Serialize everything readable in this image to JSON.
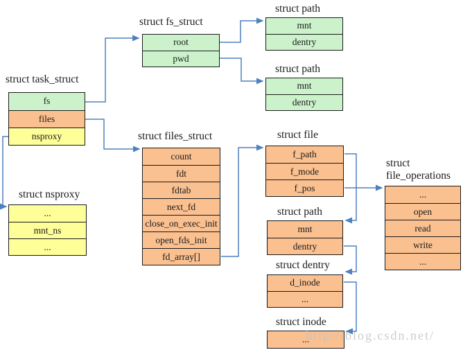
{
  "watermark": {
    "text": "http://blog.csdn.net/"
  },
  "colors": {
    "field_green": "#ccf2cc",
    "field_orange": "#fac090",
    "field_yellow": "#ffff99",
    "arrow_blue": "#4f81bd",
    "border": "#1a1a1a"
  },
  "structs": {
    "task_struct": {
      "title": "struct task_struct",
      "fields": [
        "fs",
        "files",
        "nsproxy"
      ]
    },
    "fs_struct": {
      "title": "struct fs_struct",
      "fields": [
        "root",
        "pwd"
      ]
    },
    "path_root": {
      "title": "struct path",
      "fields": [
        "mnt",
        "dentry"
      ]
    },
    "path_pwd": {
      "title": "struct path",
      "fields": [
        "mnt",
        "dentry"
      ]
    },
    "files_struct": {
      "title": "struct files_struct",
      "fields": [
        "count",
        "fdt",
        "fdtab",
        "next_fd",
        "close_on_exec_init",
        "open_fds_init",
        "fd_array[]"
      ]
    },
    "file": {
      "title": "struct file",
      "fields": [
        "f_path",
        "f_mode",
        "f_pos"
      ]
    },
    "file_operations": {
      "title": "struct file_operations",
      "fields": [
        "...",
        "open",
        "read",
        "write",
        "..."
      ]
    },
    "path_file": {
      "title": "struct path",
      "fields": [
        "mnt",
        "dentry"
      ]
    },
    "dentry": {
      "title": "struct dentry",
      "fields": [
        "d_inode",
        "..."
      ]
    },
    "inode": {
      "title": "struct inode",
      "fields": [
        "..."
      ]
    },
    "nsproxy": {
      "title": "struct nsproxy",
      "fields": [
        "...",
        "mnt_ns",
        "..."
      ]
    }
  },
  "connections": [
    {
      "from": "task_struct.fs",
      "to": "fs_struct"
    },
    {
      "from": "task_struct.files",
      "to": "files_struct"
    },
    {
      "from": "task_struct.nsproxy",
      "to": "nsproxy"
    },
    {
      "from": "fs_struct.root",
      "to": "path_root"
    },
    {
      "from": "fs_struct.pwd",
      "to": "path_pwd"
    },
    {
      "from": "files_struct.fd_array[]",
      "to": "file"
    },
    {
      "from": "file.f_path",
      "to": "path_file"
    },
    {
      "from": "file.f_pos",
      "to": "file_operations"
    },
    {
      "from": "path_file.dentry",
      "to": "dentry"
    },
    {
      "from": "dentry.d_inode",
      "to": "inode"
    }
  ]
}
